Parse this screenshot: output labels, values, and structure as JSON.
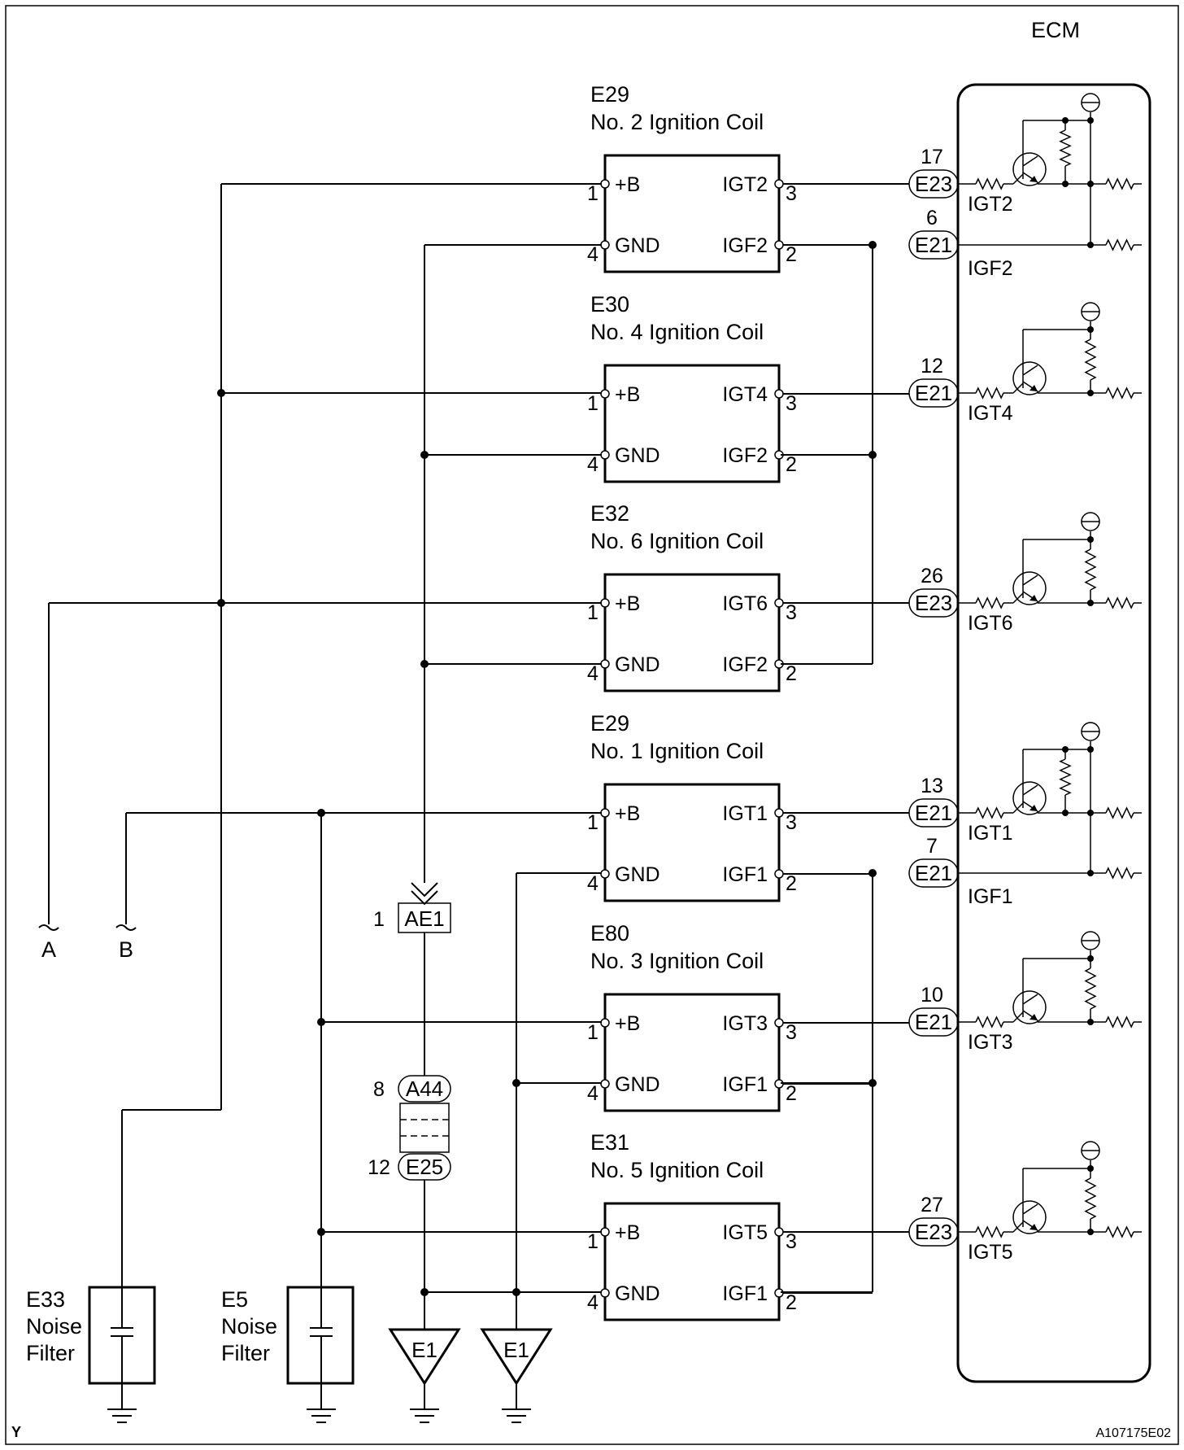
{
  "ecm": {
    "label": "ECM"
  },
  "coils": [
    {
      "id": "E29",
      "name": "No. 2 Ignition Coil",
      "pin_b": "+B",
      "pin_gnd": "GND",
      "sig_t": "IGT2",
      "sig_f": "IGF2",
      "n1": "1",
      "n4": "4",
      "n3": "3",
      "n2": "2"
    },
    {
      "id": "E30",
      "name": "No. 4 Ignition Coil",
      "pin_b": "+B",
      "pin_gnd": "GND",
      "sig_t": "IGT4",
      "sig_f": "IGF2",
      "n1": "1",
      "n4": "4",
      "n3": "3",
      "n2": "2"
    },
    {
      "id": "E32",
      "name": "No. 6 Ignition Coil",
      "pin_b": "+B",
      "pin_gnd": "GND",
      "sig_t": "IGT6",
      "sig_f": "IGF2",
      "n1": "1",
      "n4": "4",
      "n3": "3",
      "n2": "2"
    },
    {
      "id": "E29",
      "name": "No. 1 Ignition Coil",
      "pin_b": "+B",
      "pin_gnd": "GND",
      "sig_t": "IGT1",
      "sig_f": "IGF1",
      "n1": "1",
      "n4": "4",
      "n3": "3",
      "n2": "2"
    },
    {
      "id": "E80",
      "name": "No. 3 Ignition Coil",
      "pin_b": "+B",
      "pin_gnd": "GND",
      "sig_t": "IGT3",
      "sig_f": "IGF1",
      "n1": "1",
      "n4": "4",
      "n3": "3",
      "n2": "2"
    },
    {
      "id": "E31",
      "name": "No. 5 Ignition Coil",
      "pin_b": "+B",
      "pin_gnd": "GND",
      "sig_t": "IGT5",
      "sig_f": "IGF1",
      "n1": "1",
      "n4": "4",
      "n3": "3",
      "n2": "2"
    }
  ],
  "ecm_connections": [
    {
      "num": "17",
      "conn": "E23",
      "sig": "IGT2"
    },
    {
      "num": "6",
      "conn": "E21",
      "sig": "IGF2"
    },
    {
      "num": "12",
      "conn": "E21",
      "sig": "IGT4"
    },
    {
      "num": "26",
      "conn": "E23",
      "sig": "IGT6"
    },
    {
      "num": "13",
      "conn": "E21",
      "sig": "IGT1"
    },
    {
      "num": "7",
      "conn": "E21",
      "sig": "IGF1"
    },
    {
      "num": "10",
      "conn": "E21",
      "sig": "IGT3"
    },
    {
      "num": "27",
      "conn": "E23",
      "sig": "IGT5"
    }
  ],
  "connectors": {
    "ae1": {
      "num": "1",
      "label": "AE1"
    },
    "a44": {
      "num": "8",
      "label": "A44"
    },
    "e25": {
      "num": "12",
      "label": "E25"
    }
  },
  "filters": [
    {
      "id": "E33",
      "line1": "Noise",
      "line2": "Filter"
    },
    {
      "id": "E5",
      "line1": "Noise",
      "line2": "Filter"
    }
  ],
  "grounds": [
    {
      "label": "E1"
    },
    {
      "label": "E1"
    }
  ],
  "terminals": {
    "a": "A",
    "b": "B"
  },
  "corner": {
    "left": "Y",
    "right": "A107175E02"
  }
}
